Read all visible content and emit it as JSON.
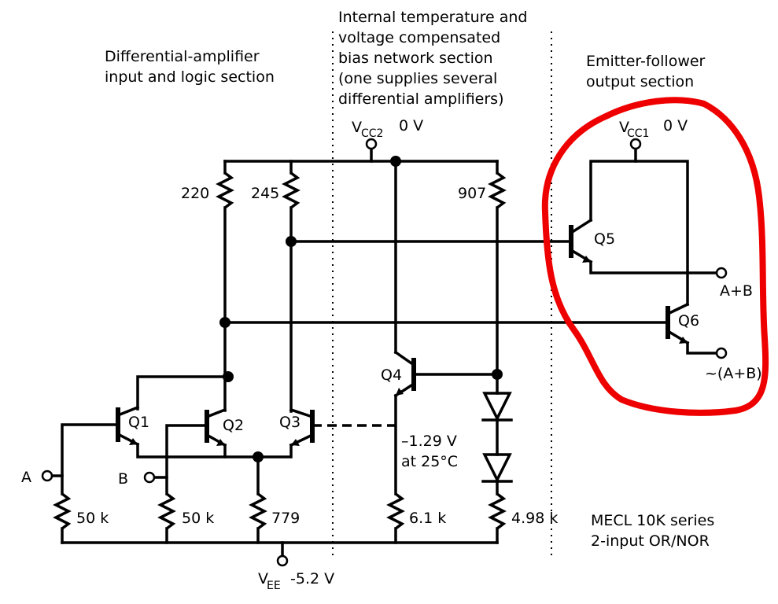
{
  "sections": {
    "left_title": [
      "Differential-amplifier",
      "input and logic section"
    ],
    "middle_title": [
      "Internal temperature and",
      "voltage compensated",
      "bias network section",
      "(one supplies several",
      "differential amplifiers)"
    ],
    "right_title": [
      "Emitter-follower",
      "output section"
    ]
  },
  "supplies": {
    "vcc2_main": "V",
    "vcc2_sub": "CC2",
    "vcc2_value": "0 V",
    "vcc1_main": "V",
    "vcc1_sub": "CC1",
    "vcc1_value": "0 V",
    "vee_main": "V",
    "vee_sub": "EE",
    "vee_value": "-5.2 V"
  },
  "resistors": {
    "r220": "220",
    "r245": "245",
    "r907": "907",
    "r50k_a": "50 k",
    "r50k_b": "50 k",
    "r779": "779",
    "r6_1k": "6.1 k",
    "r4_98k": "4.98 k"
  },
  "transistors": {
    "q1": "Q1",
    "q2": "Q2",
    "q3": "Q3",
    "q4": "Q4",
    "q5": "Q5",
    "q6": "Q6"
  },
  "inputs": {
    "a": "A",
    "b": "B"
  },
  "outputs": {
    "or": "A+B",
    "nor": "~(A+B)"
  },
  "bias_note": [
    "–1.29 V",
    "at 25°C"
  ],
  "device_label": [
    "MECL 10K series",
    "2-input OR/NOR"
  ],
  "highlight_color": "#ee0000"
}
